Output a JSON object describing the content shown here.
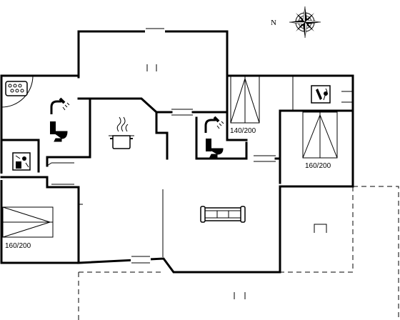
{
  "compass": {
    "letter": "N"
  },
  "rooms": {
    "bedroom_1": {
      "bed_label": "140/200"
    },
    "bedroom_2": {
      "bed_label": "160/200"
    },
    "bedroom_3": {
      "bed_label": "160/200"
    }
  },
  "colors": {
    "line": "#000000",
    "background": "#ffffff"
  }
}
